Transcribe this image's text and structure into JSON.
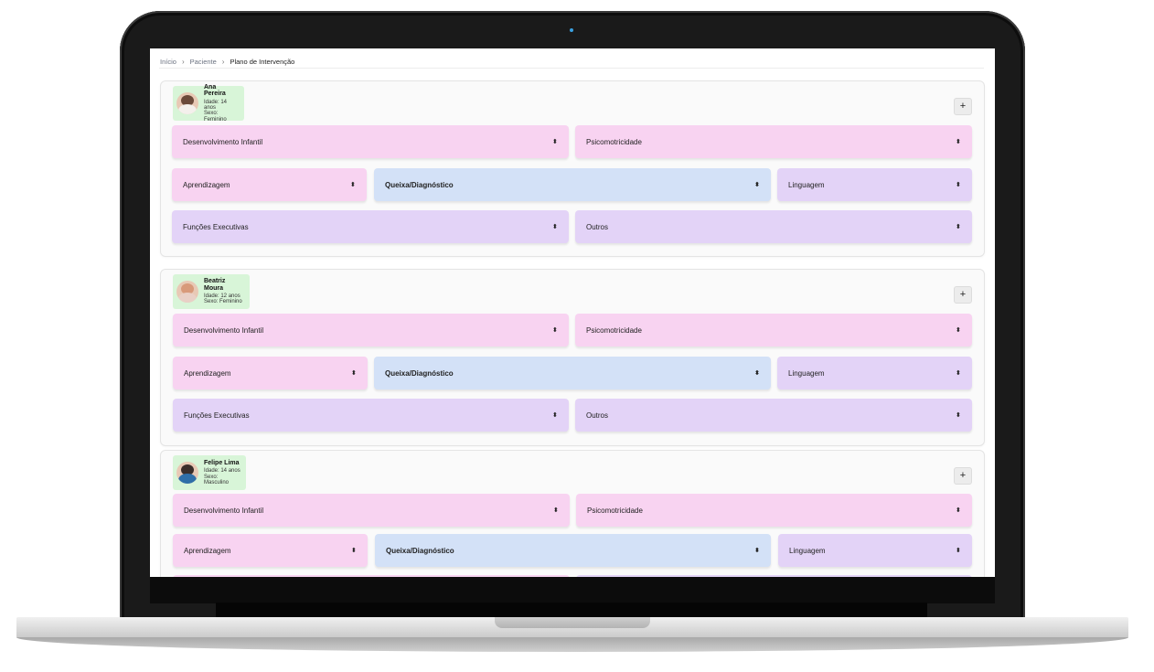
{
  "breadcrumb": {
    "items": [
      "Início",
      "Paciente",
      "Plano de Intervenção"
    ],
    "separator": "›"
  },
  "colors": {
    "pink_field": "#f8d3f1",
    "lavender_field": "#e3d3f7",
    "blue_field": "#d3e1f7",
    "patient_badge": "#d8f5d8"
  },
  "patients": [
    {
      "name": "Ana Pereira",
      "age": "Idade: 14 anos",
      "sex": "Sexo: Feminino",
      "add_label": "+",
      "fields": {
        "desenvolvimento": "Desenvolvimento Infantil",
        "psicomotricidade": "Psicomotricidade",
        "aprendizagem": "Aprendizagem",
        "queixa": "Queixa/Diagnóstico",
        "linguagem": "Linguagem",
        "funcoes": "Funções Executivas",
        "outros": "Outros"
      }
    },
    {
      "name": "Beatriz Moura",
      "age": "Idade: 12 anos",
      "sex": "Sexo: Feminino",
      "add_label": "+",
      "fields": {
        "desenvolvimento": "Desenvolvimento Infantil",
        "psicomotricidade": "Psicomotricidade",
        "aprendizagem": "Aprendizagem",
        "queixa": "Queixa/Diagnóstico",
        "linguagem": "Linguagem",
        "funcoes": "Funções Executivas",
        "outros": "Outros"
      }
    },
    {
      "name": "Felipe Lima",
      "age": "Idade: 14 anos",
      "sex": "Sexo: Masculino",
      "add_label": "+",
      "fields": {
        "desenvolvimento": "Desenvolvimento Infantil",
        "psicomotricidade": "Psicomotricidade",
        "aprendizagem": "Aprendizagem",
        "queixa": "Queixa/Diagnóstico",
        "linguagem": "Linguagem"
      }
    }
  ]
}
